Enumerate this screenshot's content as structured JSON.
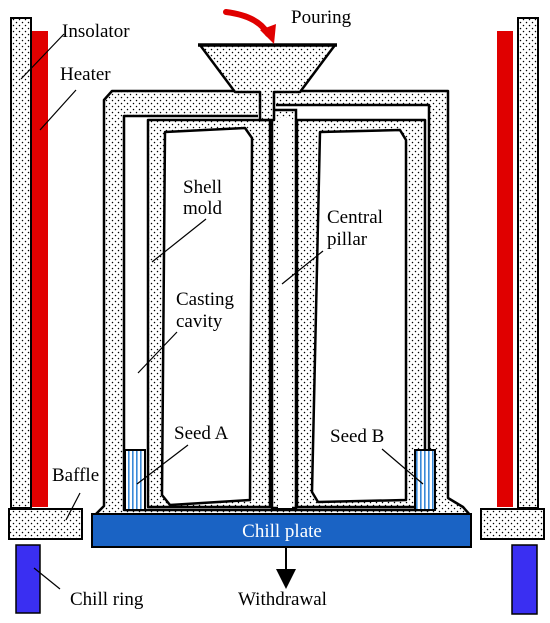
{
  "labels": {
    "pouring": "Pouring",
    "insulator": "Insolator",
    "heater": "Heater",
    "shell_mold_1": "Shell",
    "shell_mold_2": "mold",
    "central_pillar_1": "Central",
    "central_pillar_2": "pillar",
    "casting_cavity_1": "Casting",
    "casting_cavity_2": "cavity",
    "seed_a": "Seed A",
    "seed_b": "Seed B",
    "baffle": "Baffle",
    "chill_plate": "Chill plate",
    "chill_ring": "Chill ring",
    "withdrawal": "Withdrawal"
  },
  "colors": {
    "heater": "#e00000",
    "chill_plate": "#1a63c4",
    "chill_ring": "#3a2ff2",
    "seed_fill": "#ffffff",
    "seed_lines": "#3a8ad8",
    "pour_arrow": "#e00000",
    "outline": "#000000"
  },
  "icons": {
    "pouring_arrow": "curved-arrow-icon",
    "withdrawal_arrow": "down-arrow-icon"
  }
}
